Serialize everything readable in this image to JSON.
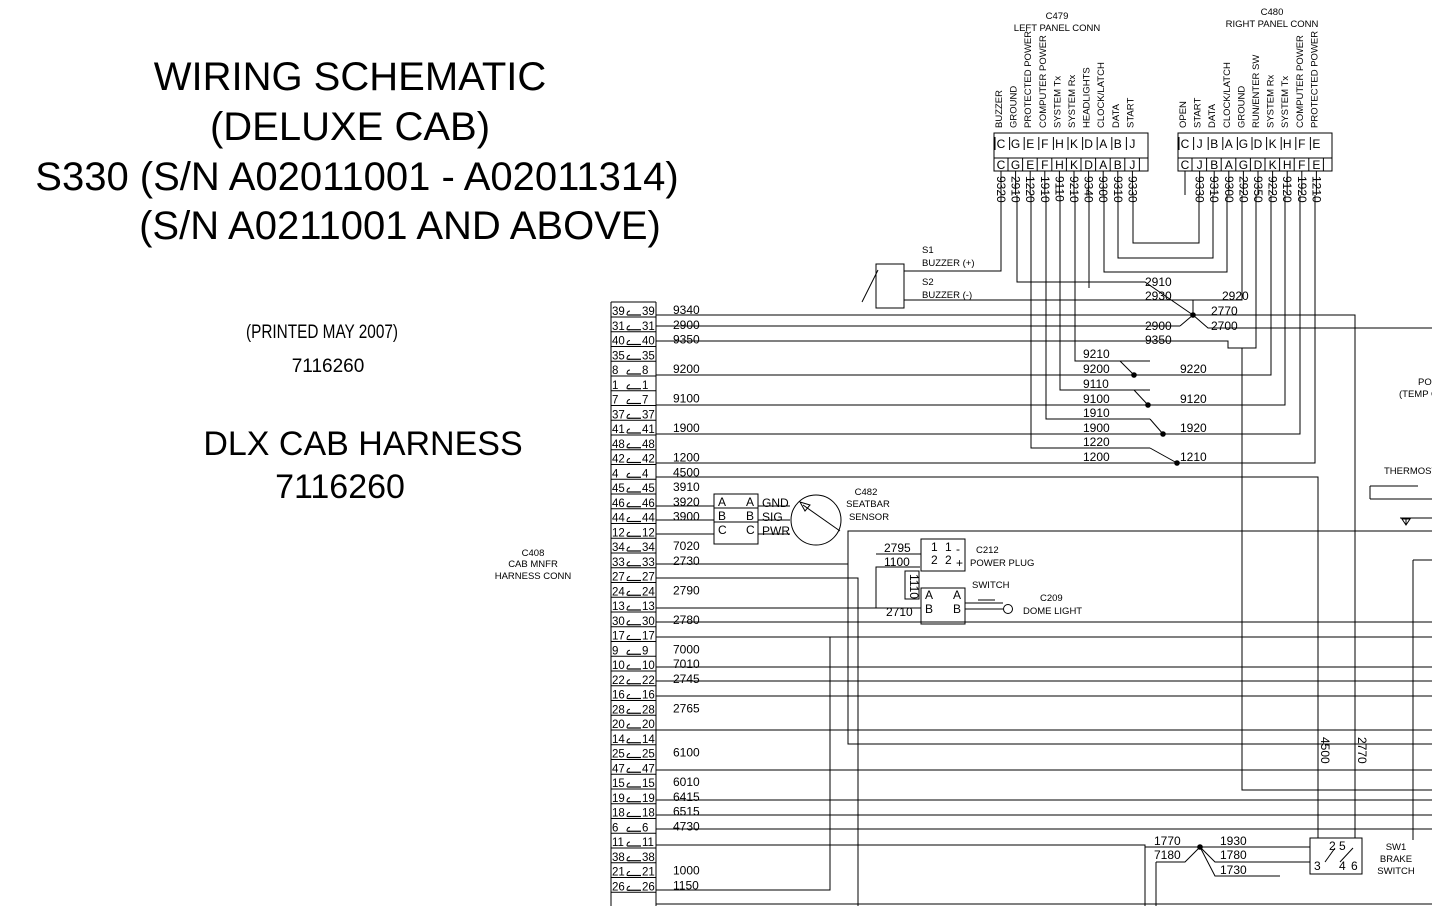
{
  "title": {
    "lines": [
      "WIRING SCHEMATIC",
      "(DELUXE CAB)",
      "S330 (S/N A02011001 - A02011314)",
      "(S/N A0211001 AND ABOVE)"
    ],
    "printed": "(PRINTED MAY 2007)",
    "printed_number": "7116260",
    "harness_title": "DLX CAB HARNESS",
    "harness_number": "7116260"
  },
  "connectors": {
    "c408": {
      "id": "C408",
      "name": "CAB MNFR",
      "name2": "HARNESS CONN"
    },
    "c479": {
      "id": "C479",
      "name": "LEFT PANEL CONN",
      "functions": [
        "BUZZER",
        "GROUND",
        "PROTECTED POWER",
        "COMPUTER POWER",
        "SYSTEM Tx",
        "SYSTEM Rx",
        "HEADLIGHTS",
        "CLOCK/LATCH",
        "DATA",
        "START"
      ],
      "pins_top": [
        "C",
        "G",
        "E",
        "F",
        "H",
        "K",
        "D",
        "A",
        "B",
        "J"
      ],
      "pins_bottom": [
        "C",
        "G",
        "E",
        "F",
        "H",
        "K",
        "D",
        "A",
        "B",
        "J"
      ],
      "wires": [
        "9320",
        "2910",
        "1220",
        "1910",
        "9110",
        "9210",
        "9340",
        "9300",
        "9310",
        "9330"
      ]
    },
    "c480": {
      "id": "C480",
      "name": "RIGHT PANEL CONN",
      "functions": [
        "OPEN",
        "START",
        "DATA",
        "CLOCK/LATCH",
        "GROUND",
        "RUN/ENTER SW",
        "SYSTEM Rx",
        "SYSTEM Tx",
        "COMPUTER POWER",
        "PROTECTED POWER"
      ],
      "pins_top": [
        "C",
        "J",
        "B",
        "A",
        "G",
        "D",
        "K",
        "H",
        "F",
        "E"
      ],
      "pins_bottom": [
        "C",
        "J",
        "B",
        "A",
        "G",
        "D",
        "K",
        "H",
        "F",
        "E"
      ],
      "wires": [
        "",
        "9330",
        "9310",
        "9300",
        "2920",
        "9350",
        "9220",
        "9120",
        "1920",
        "1210"
      ]
    },
    "c482": {
      "id": "C482",
      "name": "SEATBAR",
      "name2": "SENSOR",
      "pins": [
        "A",
        "B",
        "C"
      ],
      "functions": [
        "GND",
        "SIG",
        "PWR"
      ],
      "wires": [
        "3910",
        "3920",
        "3900"
      ]
    },
    "c212": {
      "id": "C212",
      "name": "POWER PLUG",
      "pins": [
        "1",
        "2"
      ],
      "signs": [
        "-",
        "+"
      ],
      "wires": [
        "2795",
        "1100"
      ],
      "jumper": "1110"
    },
    "c209": {
      "id": "C209",
      "name": "DOME LIGHT",
      "switch": "SWITCH",
      "pins": [
        "A",
        "B"
      ],
      "wire": "2710"
    },
    "buzzer": {
      "s1": "S1",
      "s1_label": "BUZZER (+)",
      "s2": "S2",
      "s2_label": "BUZZER (-)"
    },
    "sw1": {
      "id": "SW1",
      "name": "BRAKE",
      "name2": "SWITCH",
      "pins": [
        "2",
        "5",
        "3",
        "4",
        "6"
      ]
    }
  },
  "c408_pins": [
    "39",
    "31",
    "40",
    "35",
    "8",
    "1",
    "7",
    "37",
    "41",
    "48",
    "42",
    "4",
    "45",
    "46",
    "44",
    "12",
    "34",
    "33",
    "27",
    "24",
    "13",
    "30",
    "17",
    "9",
    "10",
    "22",
    "16",
    "28",
    "20",
    "14",
    "25",
    "47",
    "15",
    "19",
    "18",
    "6",
    "11",
    "38",
    "21",
    "26"
  ],
  "c408_wires": [
    "9340",
    "2900",
    "9350",
    "",
    "9200",
    "",
    "9100",
    "",
    "1900",
    "",
    "1200",
    "4500",
    "3910",
    "3920",
    "3900",
    "",
    "7020",
    "2730",
    "",
    "2790",
    "",
    "2780",
    "",
    "7000",
    "7010",
    "2745",
    "",
    "2765",
    "",
    "",
    "6100",
    "",
    "6010",
    "6415",
    "6515",
    "4730",
    "",
    "",
    "1000",
    "1150"
  ],
  "splices": {
    "s2900": [
      "2910",
      "2930",
      "2920",
      "2770",
      "2900",
      "2700",
      "9350"
    ],
    "s9200": [
      "9210",
      "9200",
      "9220"
    ],
    "s9100": [
      "9110",
      "9100",
      "9120"
    ],
    "s1900": [
      "1910",
      "1900",
      "1920"
    ],
    "s1200": [
      "1220",
      "1200",
      "1210"
    ],
    "s1770": [
      "1770",
      "7180",
      "1930",
      "1780",
      "1730"
    ]
  },
  "vertical_labels": [
    "4500",
    "2770"
  ],
  "cut_labels": [
    "PO",
    "(TEMP C",
    "THERMOST"
  ]
}
